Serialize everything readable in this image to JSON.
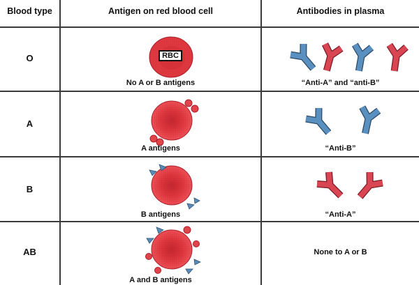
{
  "headers": {
    "blood_type": "Blood type",
    "antigen": "Antigen on red blood cell",
    "antibodies": "Antibodies in plasma"
  },
  "rows": [
    {
      "type": "O",
      "rbc_label": "RBC",
      "antigen_caption": "No A or B antigens",
      "antibody_caption": "“Anti-A” and “anti-B”"
    },
    {
      "type": "A",
      "antigen_caption": "A antigens",
      "antibody_caption": "“Anti-B”"
    },
    {
      "type": "B",
      "antigen_caption": "B antigens",
      "antibody_caption": "“Anti-A”"
    },
    {
      "type": "AB",
      "antigen_caption": "A and B antigens",
      "antibody_caption": "None to A or B"
    }
  ],
  "colors": {
    "rbc_fill": "#e0383f",
    "rbc_center": "#c92a33",
    "a_antigen": "#e2444c",
    "b_antigen": "#5b8ab5",
    "anti_a_antibody": "#d94552",
    "anti_b_antibody": "#5a90c0",
    "grid_line": "#3a3a3a"
  },
  "icons": [
    "red-blood-cell-icon",
    "a-antigen-icon",
    "b-antigen-icon",
    "anti-a-antibody-icon",
    "anti-b-antibody-icon"
  ]
}
